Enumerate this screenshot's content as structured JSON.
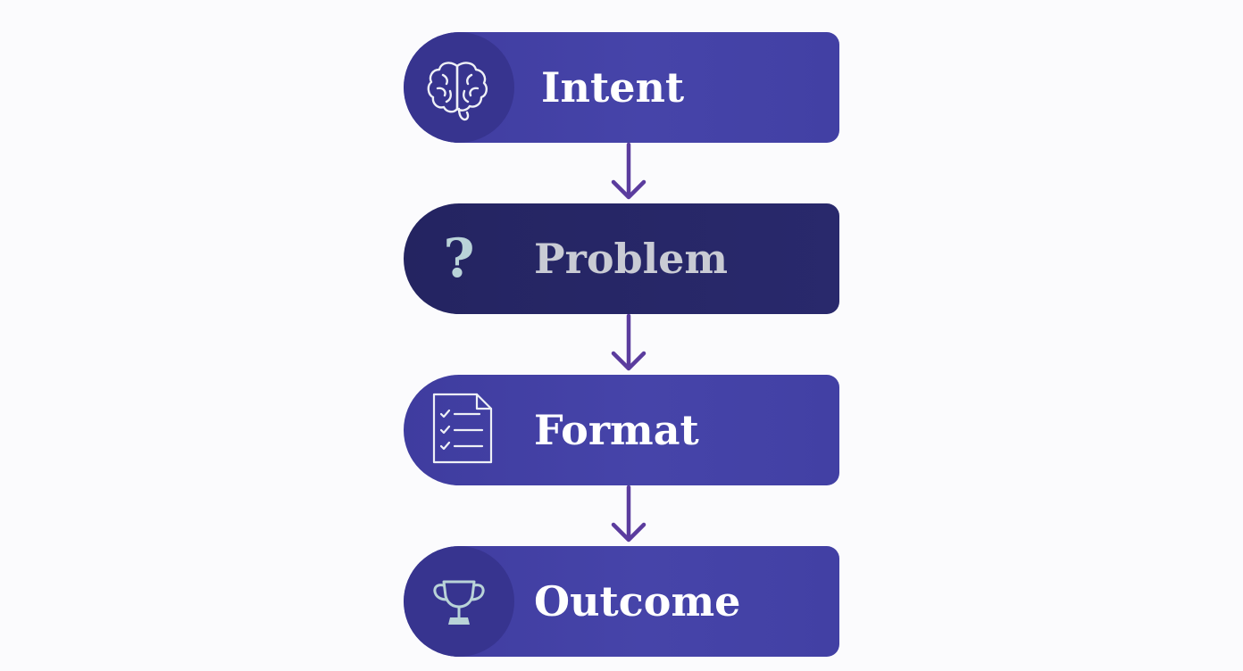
{
  "steps": [
    {
      "label": "Intent",
      "icon": "brain-icon"
    },
    {
      "label": "Problem",
      "icon": "question-mark-icon",
      "glyph": "?"
    },
    {
      "label": "Format",
      "icon": "checklist-document-icon"
    },
    {
      "label": "Outcome",
      "icon": "trophy-icon"
    }
  ],
  "colors": {
    "step_blue": "#4644a9",
    "step_dark": "#27276a",
    "arrow": "#5b3c9e",
    "icon_accent": "#b9d3d8",
    "label_muted": "#c9cbd4"
  }
}
